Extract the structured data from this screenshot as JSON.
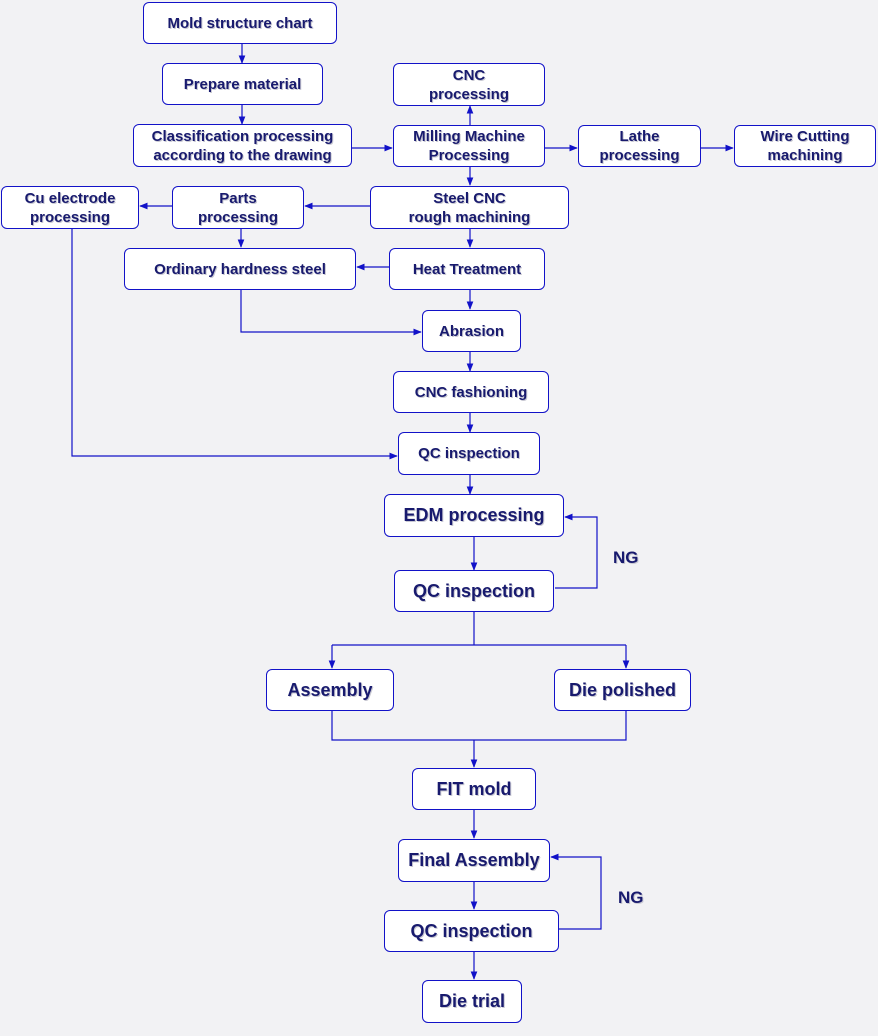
{
  "colors": {
    "stroke": "#1212c8",
    "text": "#181a6e",
    "background": "#f2f2f4",
    "box_fill": "#ffffff"
  },
  "nodes": {
    "mold_structure_chart": "Mold structure chart",
    "prepare_material": "Prepare material",
    "classification_line1": "Classification processing",
    "classification_line2": "according to the drawing",
    "cnc_processing_line1": "CNC",
    "cnc_processing_line2": "processing",
    "milling_line1": "Milling Machine",
    "milling_line2": "Processing",
    "lathe_line1": "Lathe",
    "lathe_line2": "processing",
    "wire_line1": "Wire Cutting",
    "wire_line2": "machining",
    "cu_line1": "Cu electrode",
    "cu_line2": "processing",
    "parts_line1": "Parts",
    "parts_line2": "processing",
    "steel_line1": "Steel CNC",
    "steel_line2": "rough machining",
    "ordinary_hardness_steel": "Ordinary hardness steel",
    "heat_treatment": "Heat Treatment",
    "abrasion": "Abrasion",
    "cnc_fashioning": "CNC fashioning",
    "qc_inspection_1": "QC inspection",
    "edm_processing": "EDM processing",
    "qc_inspection_2": "QC inspection",
    "assembly": "Assembly",
    "die_polished": "Die polished",
    "fit_mold": "FIT mold",
    "final_assembly": "Final Assembly",
    "qc_inspection_3": "QC inspection",
    "die_trial": "Die trial"
  },
  "loop_labels": {
    "ng_1": "NG",
    "ng_2": "NG"
  }
}
